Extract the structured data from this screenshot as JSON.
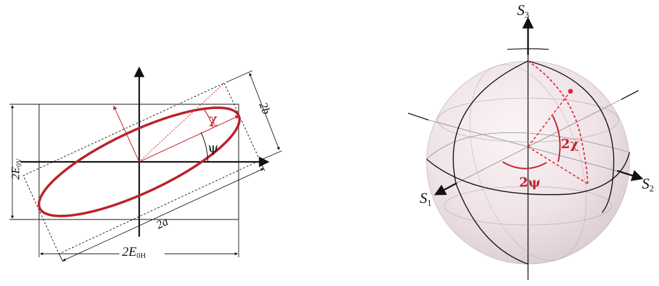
{
  "polarization_ellipse": {
    "angle_psi_label": "ψ",
    "angle_chi_label": "χ",
    "minor_axis_label": "2b",
    "major_axis_label": "2a",
    "vertical_extent_label": {
      "base": "2E",
      "sub": "0V"
    },
    "horizontal_extent_label": {
      "base": "2E",
      "sub": "0H"
    }
  },
  "poincare_sphere": {
    "s1_label": {
      "base": "S",
      "sub": "1"
    },
    "s2_label": {
      "base": "S",
      "sub": "2"
    },
    "s3_label": {
      "base": "S",
      "sub": "3"
    },
    "two_psi_label": "2ψ",
    "two_chi_label": "2χ"
  },
  "colors": {
    "accent_red": "#c0262b",
    "sphere_fill": "#f1e7ec",
    "line": "#111111"
  }
}
